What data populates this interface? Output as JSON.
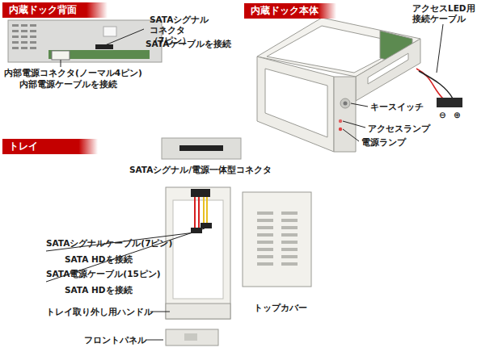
{
  "diagram": {
    "nodes": [
      {
        "text": [
          "内蔵ドック背面"
        ]
      },
      {
        "text": [
          "内蔵ドック本体"
        ]
      },
      {
        "text": [
          "トレイ"
        ]
      }
    ],
    "labels": [
      "SATAシグナル コネクタ（7ピン）",
      "SATAケーブルを接続",
      "内部電源コネクタ(ノーマル4ピン)",
      "内部電源ケーブルを接続",
      "アクセスLED用 接続ケーブル",
      "⊖",
      "⊕",
      "キースイッチ",
      "アクセスランプ",
      "電源ランプ",
      "SATAシグナル/電源一体型コネクタ",
      "SATAシグナルケーブル(7ピン)",
      "SATA HDを接続",
      "SATA電源ケーブル(15ピン)",
      "SATA HDを接続",
      "トレイ取り外し用ハンドル",
      "トップカバー",
      "フロントパネル"
    ]
  }
}
